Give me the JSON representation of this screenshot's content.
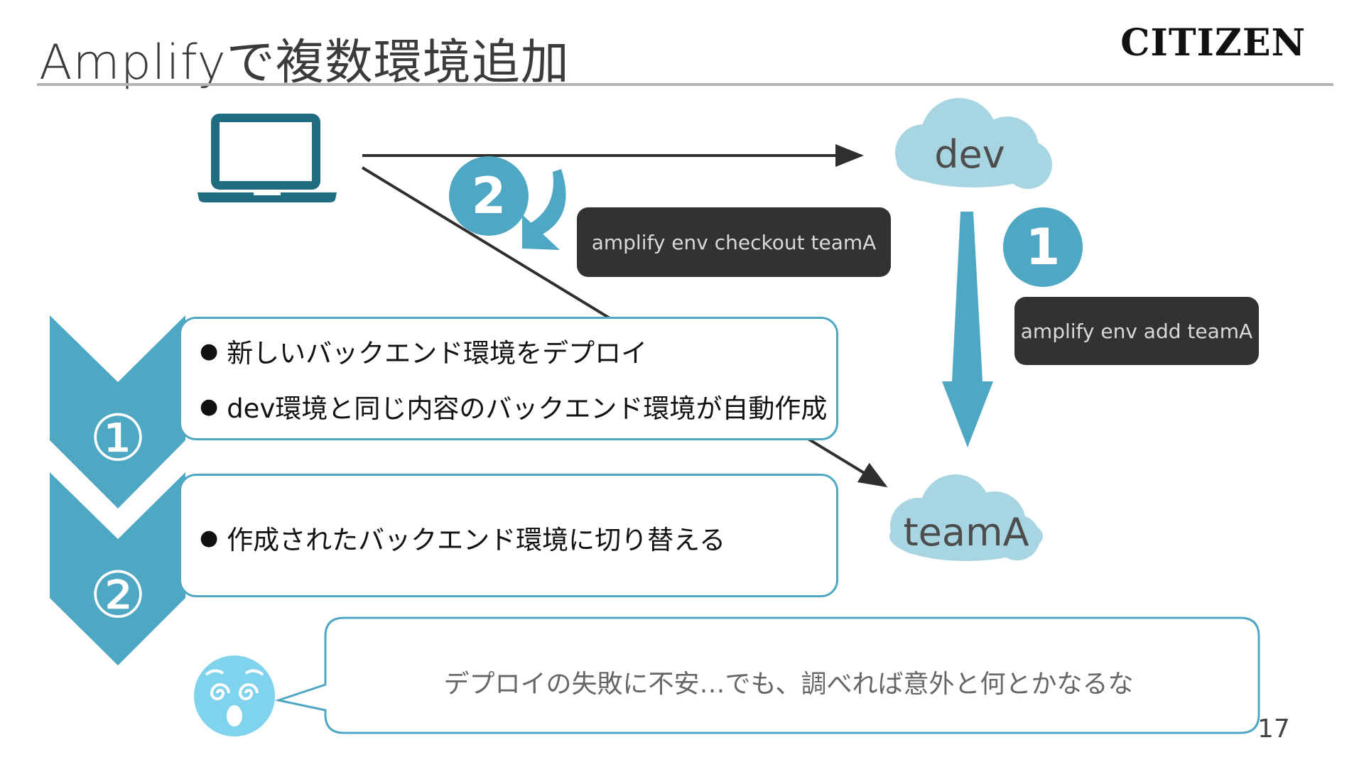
{
  "slide": {
    "title": "Amplifyで複数環境追加",
    "logo_text": "CITIZEN",
    "page_number": "17"
  },
  "diagram": {
    "laptop_icon": "laptop-icon",
    "clouds": [
      {
        "label": "dev"
      },
      {
        "label": "teamA"
      }
    ],
    "commands": [
      {
        "number": "1",
        "text": "amplify env add teamA"
      },
      {
        "number": "2",
        "text": "amplify env checkout teamA"
      }
    ]
  },
  "steps": [
    {
      "marker": "①",
      "bullets": [
        "新しいバックエンド環境をデプロイ",
        "dev環境と同じ内容のバックエンド環境が自動作成"
      ]
    },
    {
      "marker": "②",
      "bullets": [
        "作成されたバックエンド環境に切り替える"
      ]
    }
  ],
  "speech": {
    "text": "デプロイの失敗に不安…でも、調べれば意外と何とかなるな",
    "icon": "dizzy-face-icon"
  },
  "colors": {
    "accent": "#4ea8c4",
    "cloud": "#a7d6e2",
    "command_bg": "#323232",
    "face": "#7fd3ec"
  }
}
